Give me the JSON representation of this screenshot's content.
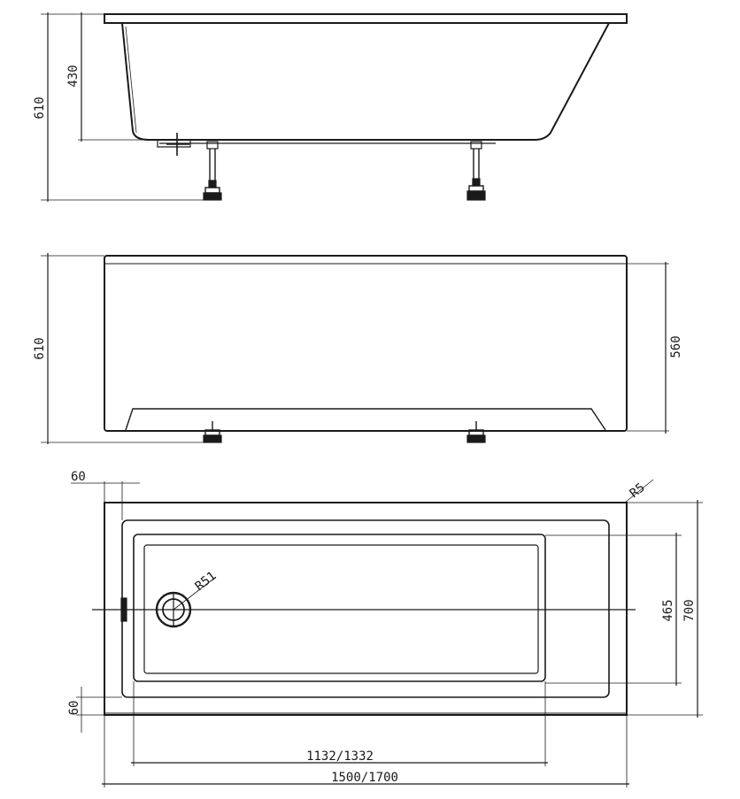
{
  "side_view": {
    "total_height_label": "610",
    "depth_label": "430"
  },
  "front_view": {
    "total_height_label": "610",
    "panel_height_label": "560"
  },
  "top_view": {
    "rim_left_label": "60",
    "rim_bottom_label": "60",
    "corner_radius_label": "R5",
    "drain_radius_label": "R51",
    "inner_width_label": "465",
    "outer_width_label": "700",
    "inner_length_label": "1132/1332",
    "outer_length_label": "1500/1700"
  },
  "colors": {
    "line": "#1a1a1a"
  }
}
